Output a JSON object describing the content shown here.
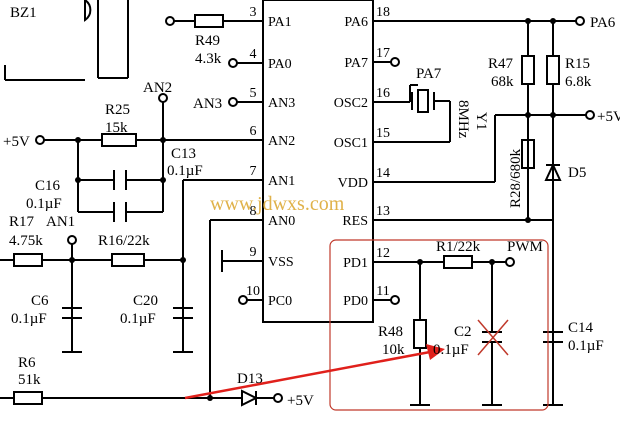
{
  "watermark": "www.jdwxs.com",
  "ic": {
    "pins_left": [
      {
        "num": "3",
        "name": "PA1"
      },
      {
        "num": "4",
        "name": "PA0"
      },
      {
        "num": "5",
        "name": "AN3"
      },
      {
        "num": "6",
        "name": "AN2"
      },
      {
        "num": "7",
        "name": "AN1"
      },
      {
        "num": "8",
        "name": "AN0"
      },
      {
        "num": "9",
        "name": "VSS"
      },
      {
        "num": "10",
        "name": "PC0"
      }
    ],
    "pins_right": [
      {
        "num": "18",
        "name": "PA6"
      },
      {
        "num": "17",
        "name": "PA7"
      },
      {
        "num": "16",
        "name": "OSC2"
      },
      {
        "num": "15",
        "name": "OSC1"
      },
      {
        "num": "14",
        "name": "VDD"
      },
      {
        "num": "13",
        "name": "RES"
      },
      {
        "num": "12",
        "name": "PD1"
      },
      {
        "num": "11",
        "name": "PD0"
      }
    ]
  },
  "labels": {
    "bz1": "BZ1",
    "r49_name": "R49",
    "r49_val": "4.3k",
    "an2_net": "AN2",
    "an3_net": "AN3",
    "r25_name": "R25",
    "r25_val": "15k",
    "v5_left": "+5V",
    "c13_name": "C13",
    "c13_val": "0.1µF",
    "c16_name": "C16",
    "c16_val": "0.1µF",
    "r17_name": "R17",
    "r17_val": "4.75k",
    "an1_net": "AN1",
    "r16_label": "R16/22k",
    "c6_name": "C6",
    "c6_val": "0.1µF",
    "c20_name": "C20",
    "c20_val": "0.1µF",
    "r6_name": "R6",
    "r6_val": "51k",
    "d13": "D13",
    "v5_bottom": "+5V",
    "pa6_net": "PA6",
    "pa7_net": "PA7",
    "r47_name": "R47",
    "r47_val": "68k",
    "r15_name": "R15",
    "r15_val": "6.8k",
    "v5_right": "+5V",
    "y1_name": "Y1",
    "y1_val": "8MHz",
    "r28_label": "R28/680k",
    "d5": "D5",
    "r1_label": "R1/22k",
    "pwm": "PWM",
    "r48_name": "R48",
    "r48_val": "10k",
    "c2_name": "C2",
    "c2_val": "0.1µF",
    "c14_name": "C14",
    "c14_val": "0.1µF"
  },
  "colors": {
    "ink": "#000000",
    "highlight": "#c0392b",
    "arrow": "#e0201b",
    "watermark": "#e0b24a"
  }
}
